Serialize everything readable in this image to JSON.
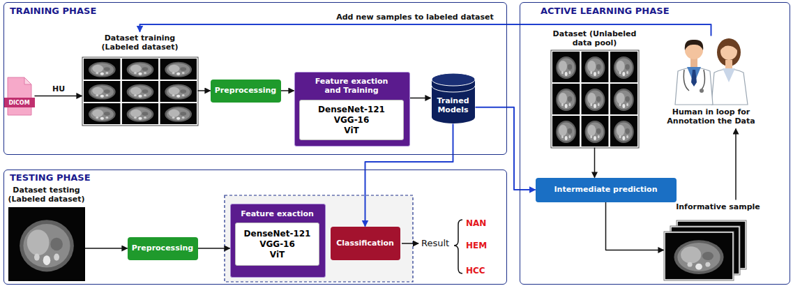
{
  "diagram": {
    "nodes": [
      {
        "text": [
          "TRAINING PHASE"
        ]
      },
      {
        "text": [
          "DICOM"
        ],
        "in": 0
      },
      {
        "text": [
          "Dataset training (Labeled dataset)"
        ],
        "in": 0
      },
      {
        "text": [
          "Preprocessing"
        ],
        "in": 0
      },
      {
        "text": [
          "Feature exaction and Training"
        ],
        "in": 0
      },
      {
        "text": [
          "DenseNet-121",
          "VGG-16",
          "ViT"
        ],
        "in": 4
      },
      {
        "text": [
          "Trained Models"
        ],
        "in": 0
      },
      {
        "text": [
          "TESTING PHASE"
        ]
      },
      {
        "text": [
          "Dataset testing (Labeled dataset)"
        ],
        "in": 7
      },
      {
        "text": [
          "Preprocessing"
        ],
        "in": 7
      },
      {
        "text": [
          "Feature exaction"
        ],
        "in": 7
      },
      {
        "text": [
          "DenseNet-121",
          "VGG-16",
          "ViT"
        ],
        "in": 10
      },
      {
        "text": [
          "Classification"
        ],
        "in": 7
      },
      {
        "text": [
          "ACTIVE LEARNING PHASE"
        ]
      },
      {
        "text": [
          "Dataset (Unlabeled data pool)"
        ],
        "in": 13
      },
      {
        "text": [
          "Human in loop for Annotation the Data"
        ],
        "in": 13
      },
      {
        "text": [
          "Intermediate prediction"
        ],
        "in": 13
      },
      {
        "text": [
          "Informative sample"
        ],
        "in": 13
      }
    ],
    "edges": [
      {
        "from": 1,
        "to": 2,
        "arrow": "to",
        "label": "HU"
      },
      {
        "from": 2,
        "to": 3,
        "arrow": "to"
      },
      {
        "from": 3,
        "to": 4,
        "arrow": "to"
      },
      {
        "from": 4,
        "to": 6,
        "arrow": "to"
      },
      {
        "from": 6,
        "to": 12,
        "arrow": "to"
      },
      {
        "from": 6,
        "to": 16,
        "arrow": "to"
      },
      {
        "from": 15,
        "to": 2,
        "arrow": "to",
        "label": "Add new samples to labeled dataset"
      },
      {
        "from": 8,
        "to": 9,
        "arrow": "to"
      },
      {
        "from": 9,
        "to": 10,
        "arrow": "to"
      },
      {
        "from": 14,
        "to": 16,
        "arrow": "to"
      },
      {
        "from": 16,
        "to": 17,
        "arrow": "to"
      },
      {
        "from": 17,
        "to": 15,
        "arrow": "to"
      }
    ],
    "labels": [
      "Result",
      "NAN",
      "HEM",
      "HCC"
    ]
  }
}
